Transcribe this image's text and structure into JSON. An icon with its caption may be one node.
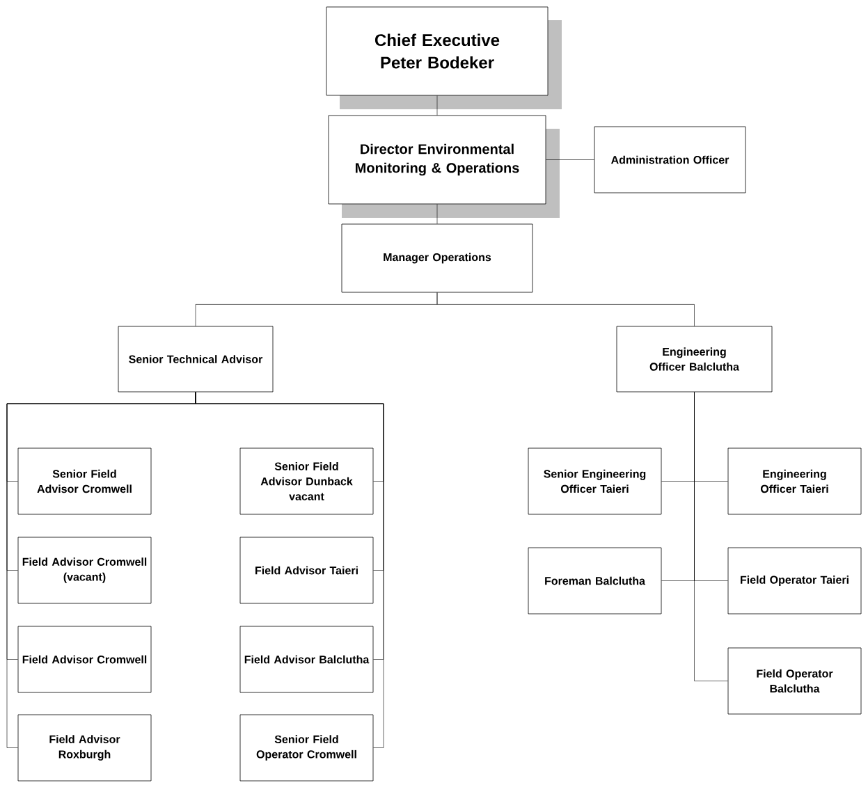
{
  "diagram": {
    "nodes": [
      {
        "text": [
          "Chief Executive",
          "Peter Bodeker"
        ]
      },
      {
        "text": [
          "Director Environmental Monitoring & Operations"
        ]
      },
      {
        "text": [
          "Administration Officer"
        ]
      },
      {
        "text": [
          "Manager Operations"
        ]
      },
      {
        "text": [
          "Senior Technical Advisor"
        ]
      },
      {
        "text": [
          "Engineering Officer Balclutha"
        ]
      },
      {
        "text": [
          "Senior Field Advisor Cromwell"
        ]
      },
      {
        "text": [
          "Field Advisor Cromwell",
          "(vacant)"
        ]
      },
      {
        "text": [
          "Field Advisor Cromwell"
        ]
      },
      {
        "text": [
          "Field Advisor Roxburgh"
        ]
      },
      {
        "text": [
          "Senior Field Advisor Dunback",
          "vacant"
        ]
      },
      {
        "text": [
          "Field Advisor Taieri"
        ]
      },
      {
        "text": [
          "Field Advisor Balclutha"
        ]
      },
      {
        "text": [
          "Senior Field Operator Cromwell"
        ]
      },
      {
        "text": [
          "Senior Engineering Officer Taieri"
        ]
      },
      {
        "text": [
          "Engineering Officer Taieri"
        ]
      },
      {
        "text": [
          "Foreman Balclutha"
        ]
      },
      {
        "text": [
          "Field Operator Taieri"
        ]
      },
      {
        "text": [
          "Field Operator Balclutha"
        ]
      }
    ],
    "edges": [
      {
        "from": 0,
        "to": 1,
        "arrow": "none"
      },
      {
        "from": 1,
        "to": 2,
        "arrow": "none"
      },
      {
        "from": 1,
        "to": 3,
        "arrow": "none"
      },
      {
        "from": 3,
        "to": 4,
        "arrow": "none"
      },
      {
        "from": 3,
        "to": 5,
        "arrow": "none"
      },
      {
        "from": 4,
        "to": 6,
        "arrow": "none"
      },
      {
        "from": 4,
        "to": 7,
        "arrow": "none"
      },
      {
        "from": 4,
        "to": 8,
        "arrow": "none"
      },
      {
        "from": 4,
        "to": 9,
        "arrow": "none"
      },
      {
        "from": 4,
        "to": 10,
        "arrow": "none"
      },
      {
        "from": 4,
        "to": 11,
        "arrow": "none"
      },
      {
        "from": 4,
        "to": 12,
        "arrow": "none"
      },
      {
        "from": 4,
        "to": 13,
        "arrow": "none"
      },
      {
        "from": 5,
        "to": 14,
        "arrow": "none"
      },
      {
        "from": 5,
        "to": 15,
        "arrow": "none"
      },
      {
        "from": 5,
        "to": 16,
        "arrow": "none"
      },
      {
        "from": 5,
        "to": 17,
        "arrow": "none"
      },
      {
        "from": 5,
        "to": 18,
        "arrow": "none"
      }
    ]
  }
}
